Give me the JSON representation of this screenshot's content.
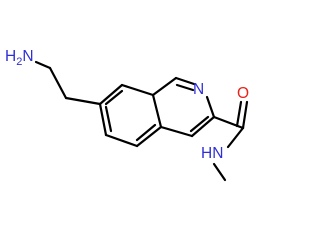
{
  "molecule": {
    "atom_labels": {
      "amine": "H2N",
      "amine_h": "H",
      "amine_sub": "2",
      "amine_n": "N",
      "ring_nitrogen": "N",
      "carbonyl_oxygen": "O",
      "amide": "HN",
      "amide_h": "H",
      "amide_n": "N"
    },
    "colors": {
      "bond": "#000000",
      "nitrogen": "#2f2fd6",
      "oxygen": "#e8231a"
    }
  }
}
